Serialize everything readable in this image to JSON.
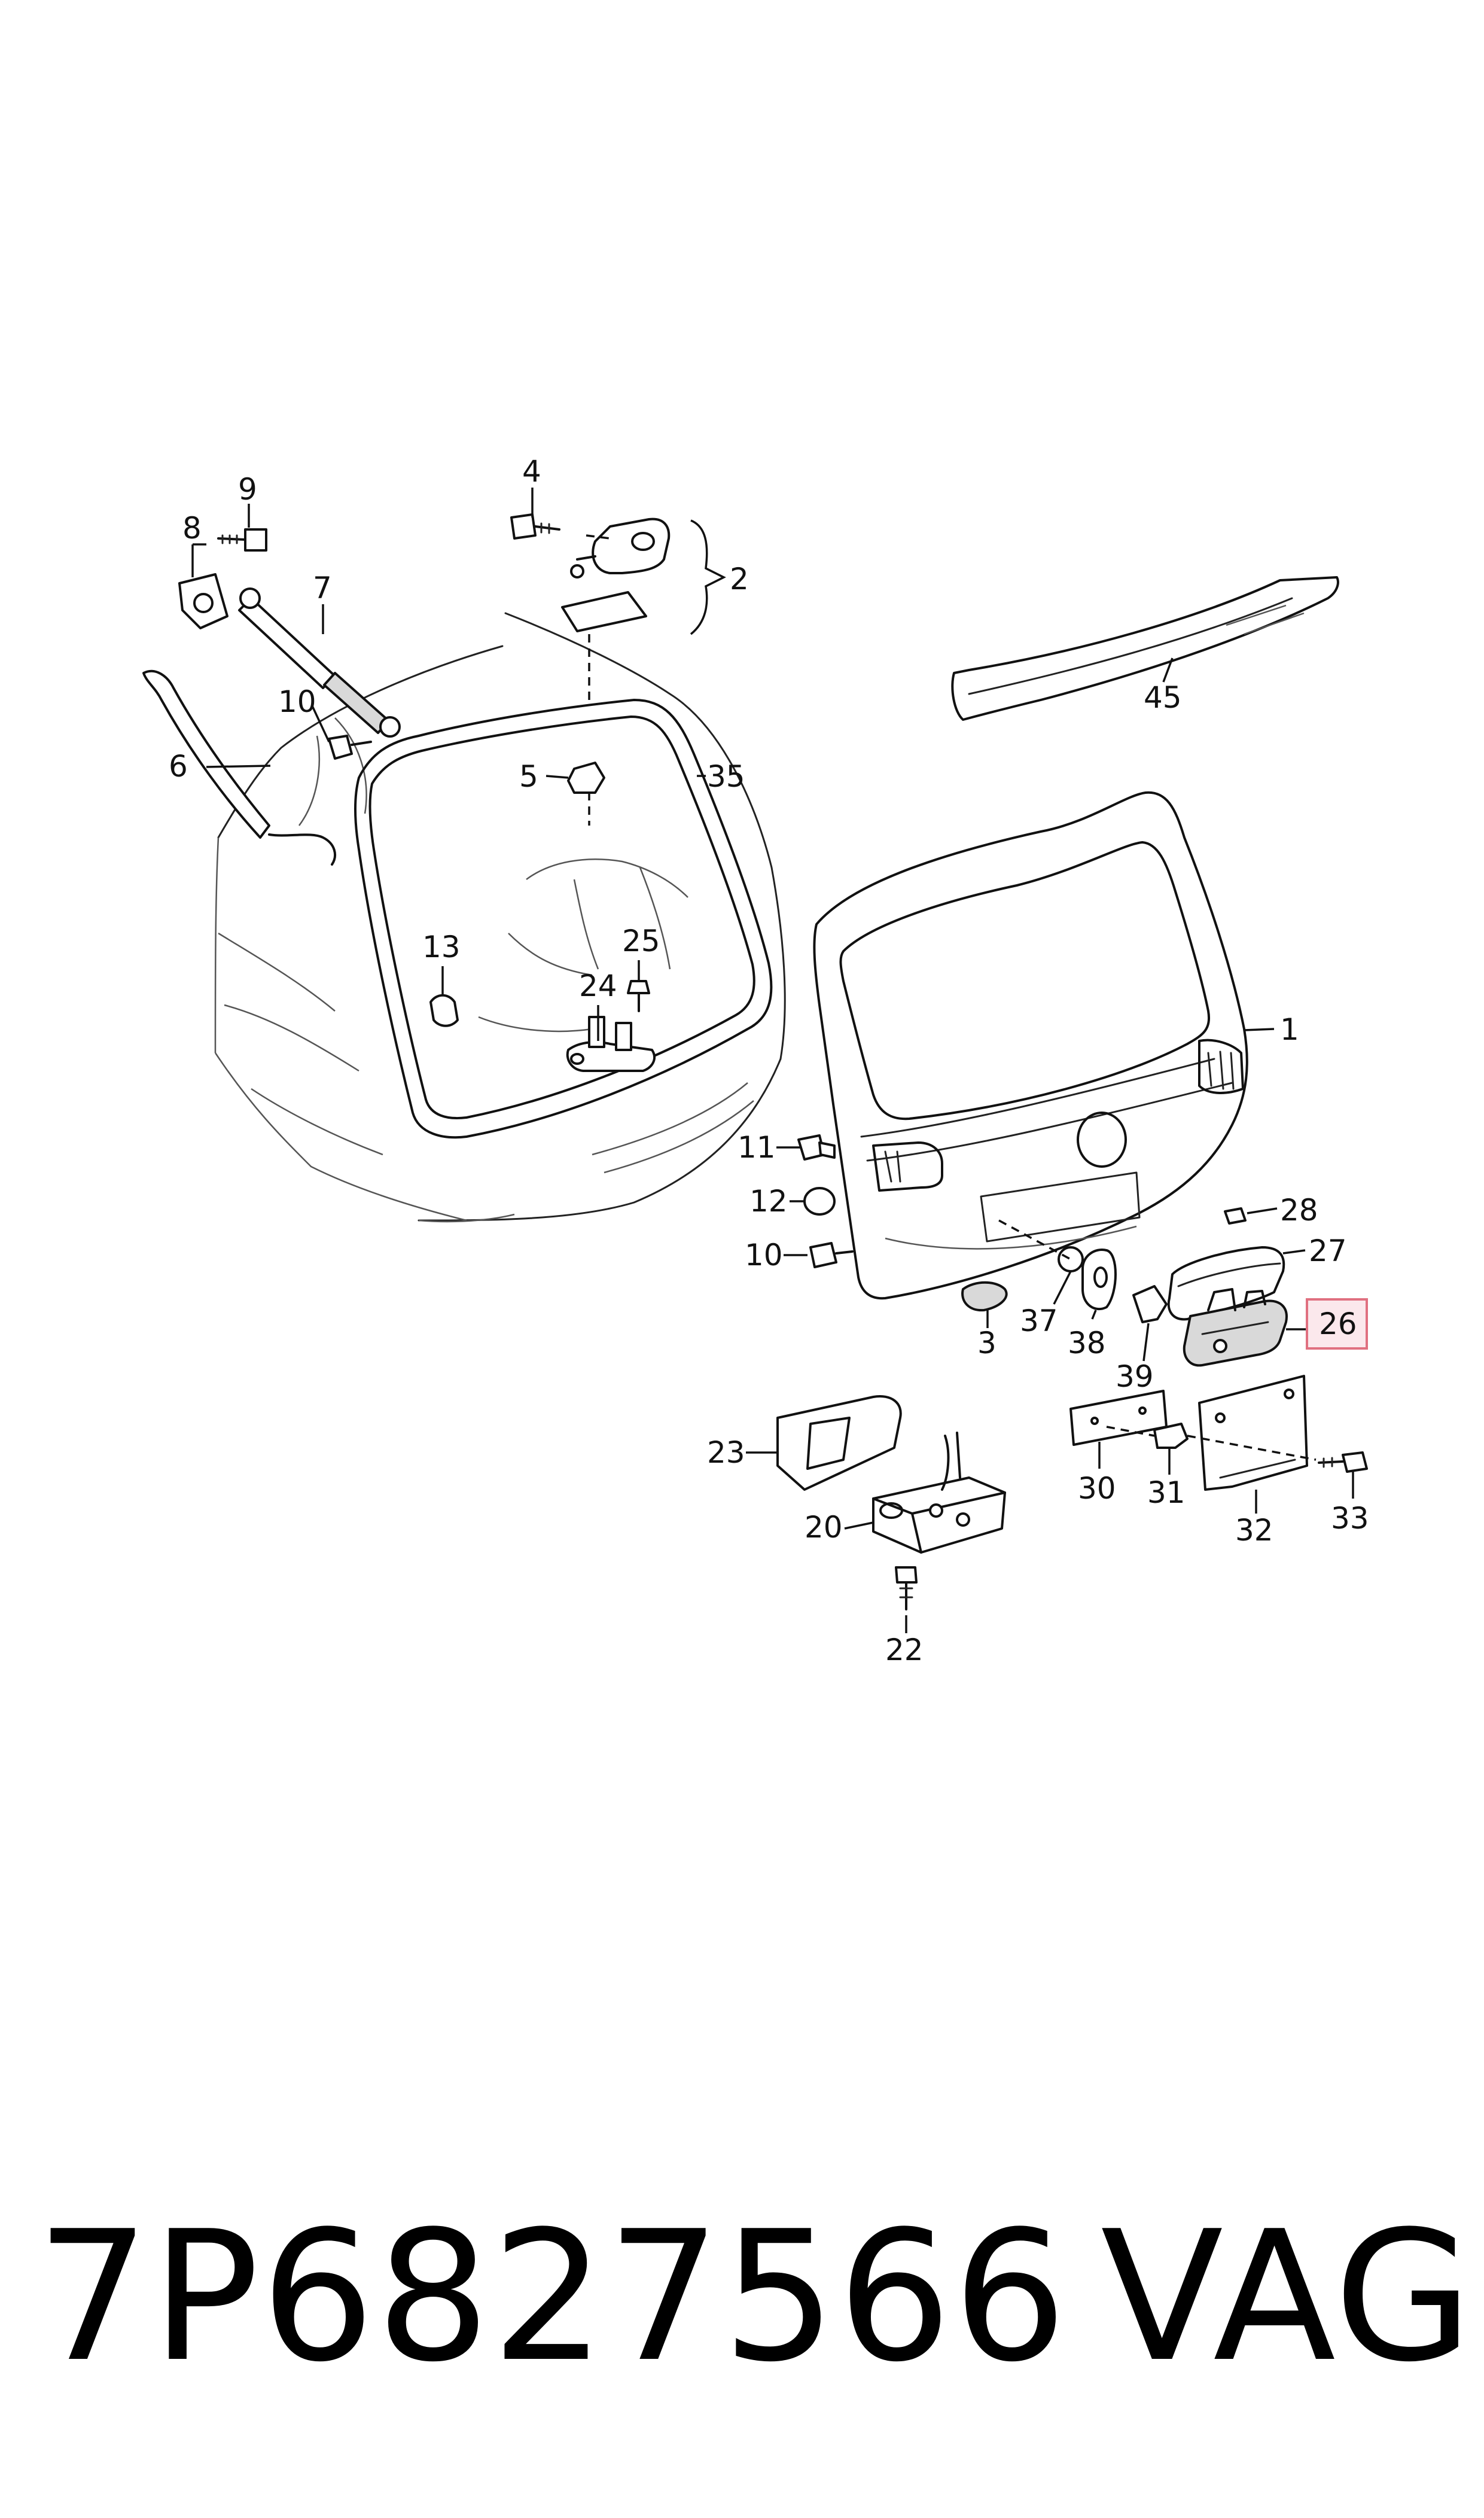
{
  "callouts": {
    "c1": "1",
    "c2": "2",
    "c3": "3",
    "c4": "4",
    "c5": "5",
    "c6": "6",
    "c7": "7",
    "c8": "8",
    "c9": "9",
    "c10a": "10",
    "c10b": "10",
    "c11": "11",
    "c12": "12",
    "c13": "13",
    "c20": "20",
    "c22": "22",
    "c23": "23",
    "c24": "24",
    "c25": "25",
    "c26": "26",
    "c27": "27",
    "c28": "28",
    "c30": "30",
    "c31": "31",
    "c32": "32",
    "c33": "33",
    "c35": "35",
    "c37": "37",
    "c38": "38",
    "c39": "39",
    "c45": "45"
  },
  "highlighted_callout": "26",
  "highlight_color": "#fbe8ec",
  "footer": {
    "part_number": "7P6827566",
    "brand": "VAG"
  }
}
